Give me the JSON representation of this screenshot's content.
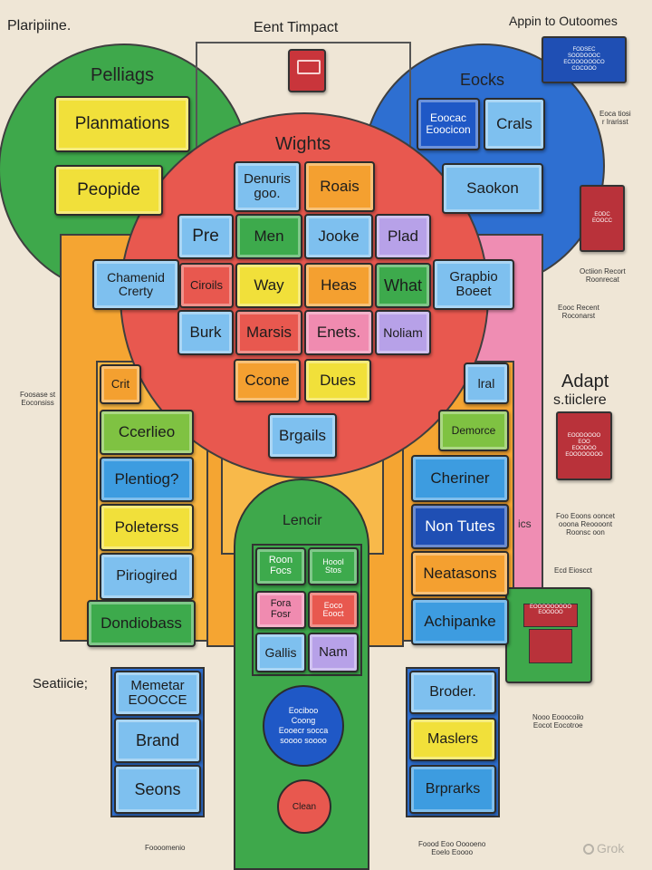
{
  "labels": {
    "top_left": "Plaripiine.",
    "top_center": "Eent Timpact",
    "top_right": "Appin to Outoomes",
    "left_circle": "Pelliags",
    "right_circle": "Eocks",
    "center_circle": "Wights",
    "green_pill": "Lencir",
    "adapt_line1": "Adapt",
    "adapt_line2": "s.tiiclere",
    "bottom_left": "Seatiicie;"
  },
  "notes": {
    "right_1": "Eoca tiosi\nr Irarisst",
    "right_2": "Octiion Recort\nRoonrecat",
    "right_3": "Eooc Recent\nRoconarst",
    "left_1": "Foosase st\nEoconsiss",
    "right_4": "Foo Eoons ooncet\nooona Reoooont\nRoonsc oon",
    "right_5": "Ecd Eioscct",
    "right_6": "Nooo Eooocoilo\nEocot Eocotroe",
    "bottom_center": "Foooomenio",
    "bottom_right": "Foood Eoo Ooooeno\nEoelo Eoooo"
  },
  "tiles": {
    "plannations": "Planmations",
    "peopide": "Peopide",
    "right_top_a": "Eoocac\nEoocicon",
    "right_top_b": "Crals",
    "saokon": "Saokon",
    "denurs": "Denuris\ngoo.",
    "roais": "Roais",
    "pre": "Pre",
    "men": "Men",
    "jooke": "Jooke",
    "plad": "Plad",
    "chamenid": "Chamenid\nCrerty",
    "ciroils": "Ciroils",
    "way": "Way",
    "heas": "Heas",
    "what": "What",
    "grapbio": "Grapbio\nBoeet",
    "burk": "Burk",
    "marsis": "Marsis",
    "enets": "Enets.",
    "nolam": "Noliam",
    "ccone": "Ccone",
    "dues": "Dues",
    "bigails": "Brgails",
    "crit": "Crit",
    "ccerlieo": "Ccerlieo",
    "plentigg": "Plentiog?",
    "poleterss": "Poleterss",
    "piriogired": "Piriogired",
    "dondiobass": "Dondiobass",
    "lral": "lral",
    "demorce": "Demorce",
    "cheriner": "Cheriner",
    "non_tutes": "Non Tutes",
    "neatasons": "Neatasons",
    "achipanke": "Achipanke",
    "roon": "Roon\nFocs",
    "roon_b": "Hoool\nStos",
    "fora": "Fora\nFosr",
    "fora_b": "Eoco\nEooct",
    "gallis": "Gallis",
    "nam": "Nam",
    "memetar": "Memetar\nEOOCCE",
    "brand": "Brand",
    "seons": "Seons",
    "broder": "Broder.",
    "maslers": "Maslers",
    "brprarks": "Brprarks",
    "round_blue": "Eociboo\nCoong\nEooecr socca\nsoooo soooo",
    "round_red": "Clean"
  },
  "cards": {
    "top_right": "FODSEC\nSOODOOOC\nECOOOOOOCO\nCOCOOO",
    "right_1": "EODC\nEOOCC",
    "right_2": "EOODOOOO\nEOO\nEOODOO\nEOOOOOOOO",
    "right_3": "EOOOOOOOOO\nEOOOOO"
  },
  "watermark": "Grok",
  "colors": {
    "background": "#efe6d6",
    "green": "#3daa4c",
    "blue": "#2f6fd0",
    "red": "#e85a4f",
    "orange": "#f4a030",
    "yellow": "#f1e03a",
    "pink": "#f08bb0",
    "lightblue": "#7ec0ef",
    "purple": "#b7a1e8"
  }
}
